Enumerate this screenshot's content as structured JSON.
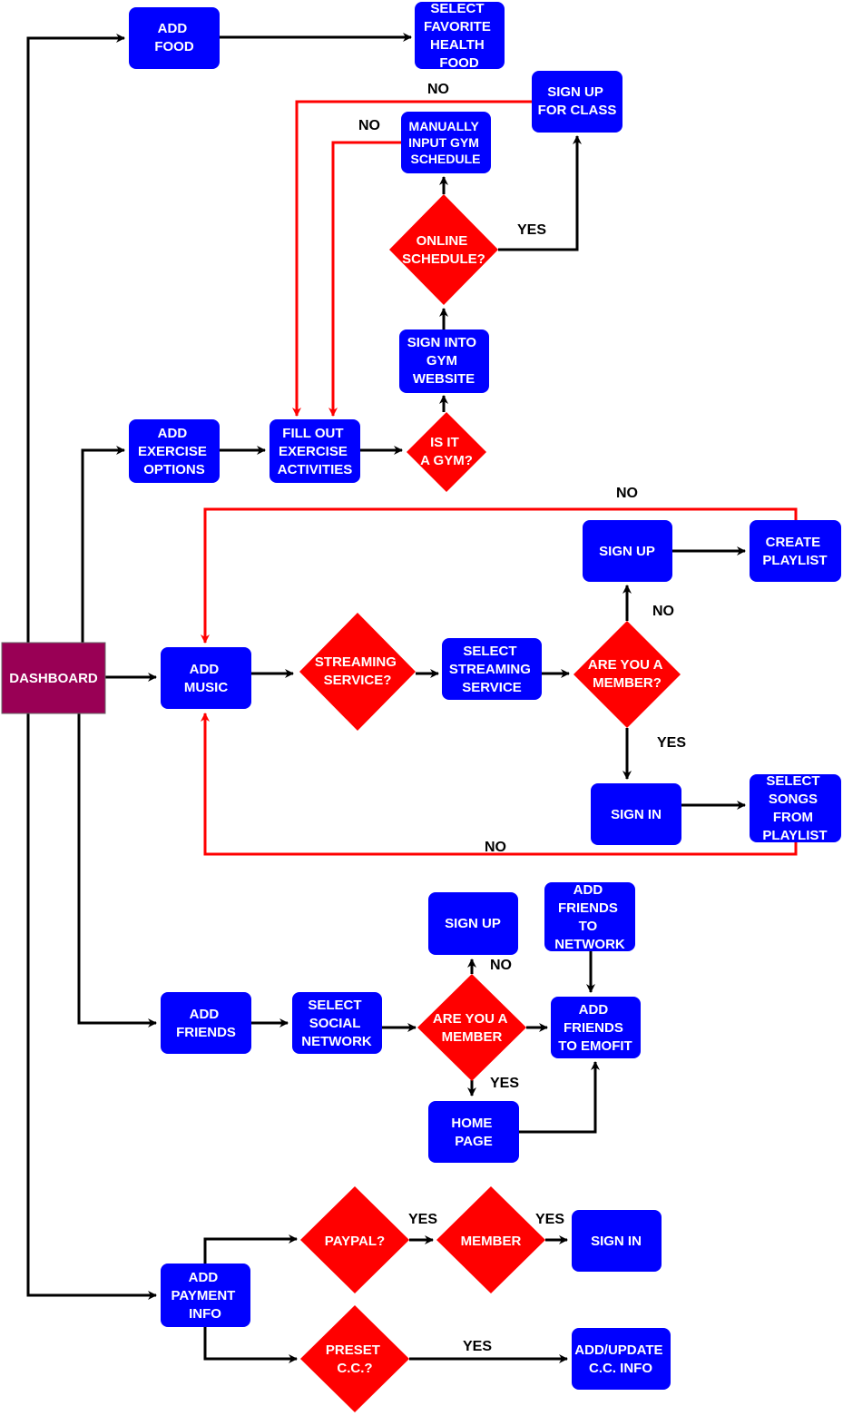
{
  "colors": {
    "process": "#0000ff",
    "decision": "#ff0000",
    "start": "#990055",
    "flow": "#000000",
    "loop": "#ff0000",
    "text": "#ffffff"
  },
  "nodes": {
    "dashboard": [
      "DASHBOARD"
    ],
    "add_food": [
      "ADD",
      "FOOD"
    ],
    "select_health_food": [
      "SELECT",
      "FAVORITE",
      "HEALTH",
      "FOOD"
    ],
    "sign_up_class": [
      "SIGN UP",
      "FOR CLASS"
    ],
    "manual_gym": [
      "MANUALLY",
      "INPUT GYM",
      "SCHEDULE"
    ],
    "online_schedule": [
      "ONLINE",
      "SCHEDULE?"
    ],
    "sign_into_gym": [
      "SIGN INTO",
      "GYM",
      "WEBSITE"
    ],
    "add_exercise": [
      "ADD",
      "EXERCISE",
      "OPTIONS"
    ],
    "fill_exercise": [
      "FILL OUT",
      "EXERCISE",
      "ACTIVITIES"
    ],
    "is_gym": [
      "IS IT",
      "A GYM?"
    ],
    "music_sign_up": [
      "SIGN UP"
    ],
    "create_playlist": [
      "CREATE",
      "PLAYLIST"
    ],
    "add_music": [
      "ADD",
      "MUSIC"
    ],
    "streaming_q": [
      "STREAMING",
      "SERVICE?"
    ],
    "select_streaming": [
      "SELECT",
      "STREAMING",
      "SERVICE"
    ],
    "music_member_q": [
      "ARE YOU A",
      "MEMBER?"
    ],
    "music_sign_in": [
      "SIGN IN"
    ],
    "select_songs": [
      "SELECT",
      "SONGS",
      "FROM",
      "PLAYLIST"
    ],
    "friends_sign_up": [
      "SIGN UP"
    ],
    "add_friends_network": [
      "ADD",
      "FRIENDS",
      "TO",
      "NETWORK"
    ],
    "add_friends": [
      "ADD",
      "FRIENDS"
    ],
    "select_social": [
      "SELECT",
      "SOCIAL",
      "NETWORK"
    ],
    "friends_member_q": [
      "ARE YOU A",
      "MEMBER"
    ],
    "add_to_emofit": [
      "ADD",
      "FRIENDS",
      "TO EMOFIT"
    ],
    "home_page": [
      "HOME",
      "PAGE"
    ],
    "paypal_q": [
      "PAYPAL?"
    ],
    "member_q": [
      "MEMBER"
    ],
    "pay_sign_in": [
      "SIGN IN"
    ],
    "add_payment": [
      "ADD",
      "PAYMENT",
      "INFO"
    ],
    "preset_cc": [
      "PRESET",
      "C.C.?"
    ],
    "update_cc": [
      "ADD/UPDATE",
      "C.C. INFO"
    ]
  },
  "edge_labels": {
    "class_no": "NO",
    "manual_no": "NO",
    "online_yes": "YES",
    "playlist_no": "NO",
    "member_no": "NO",
    "member_yes": "YES",
    "songs_no": "NO",
    "friends_no": "NO",
    "friends_yes": "YES",
    "paypal_yes": "YES",
    "member_yes2": "YES",
    "cc_yes": "YES"
  }
}
